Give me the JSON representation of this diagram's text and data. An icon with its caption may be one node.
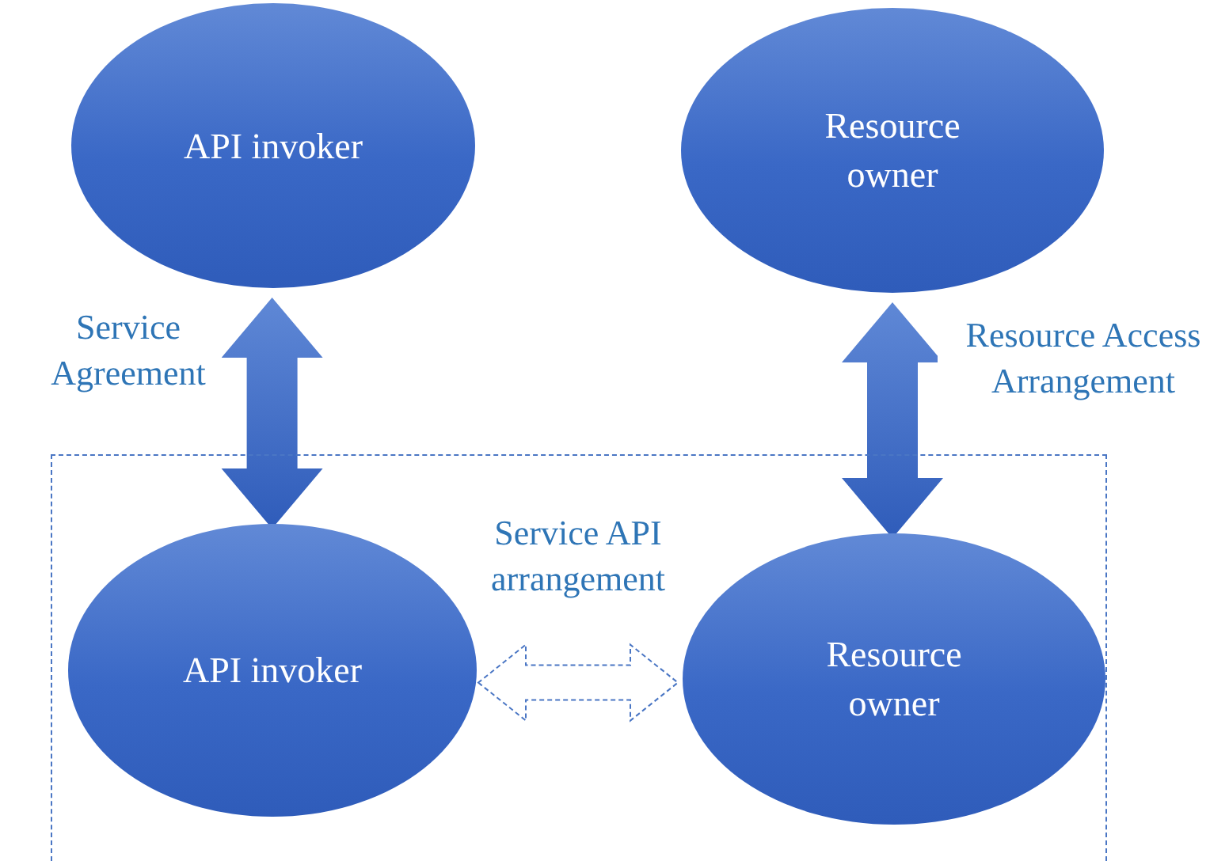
{
  "diagram": {
    "nodes": [
      {
        "text": [
          "API invoker"
        ]
      },
      {
        "text": [
          "Resource owner"
        ]
      },
      {
        "text": [],
        "shape": "box"
      },
      {
        "text": [
          "API invoker"
        ],
        "in": 2
      },
      {
        "text": [
          "Resource owner"
        ],
        "in": 2
      }
    ],
    "edges": [
      {
        "from": 0,
        "to": 3,
        "arrow": "both",
        "label": "Service Agreement",
        "style": "thick"
      },
      {
        "from": 1,
        "to": 4,
        "arrow": "both",
        "label": "Resource Access Arrangement",
        "style": "thick"
      },
      {
        "from": 3,
        "to": 4,
        "arrow": "both",
        "label": "Service API arrangement",
        "style": "dashed"
      }
    ]
  }
}
